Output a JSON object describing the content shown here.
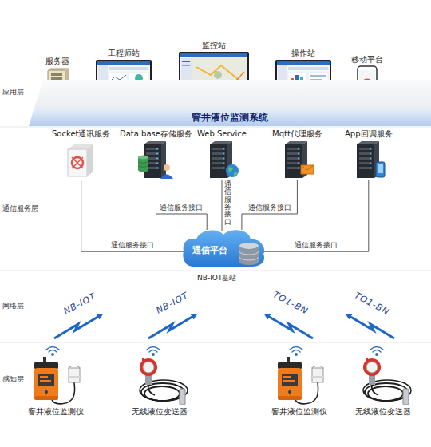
{
  "diagram": {
    "nodes": [
      {
        "text": [
          "服务器"
        ]
      },
      {
        "text": [
          "工程师站"
        ]
      },
      {
        "text": [
          "监控站"
        ]
      },
      {
        "text": [
          "操作站"
        ]
      },
      {
        "text": [
          "移动平台"
        ]
      },
      {
        "text": [
          "窨井液位监测系统"
        ]
      },
      {
        "text": [
          "Socket通讯服务"
        ]
      },
      {
        "text": [
          "Data base存储服务"
        ]
      },
      {
        "text": [
          "Web Service"
        ]
      },
      {
        "text": [
          "Mqtt代理服务"
        ]
      },
      {
        "text": [
          "App回调服务"
        ]
      },
      {
        "text": [
          "通信平台"
        ]
      },
      {
        "text": [
          "窨井液位监测仪"
        ]
      },
      {
        "text": [
          "无线液位变送器"
        ]
      },
      {
        "text": [
          "窨井液位监测仪"
        ]
      },
      {
        "text": [
          "无线液位变送器"
        ]
      }
    ],
    "edges": [
      {
        "from": 6,
        "to": 11,
        "label": "通信服务接口",
        "arrow": "none"
      },
      {
        "from": 7,
        "to": 11,
        "label": "通信服务接口",
        "arrow": "none"
      },
      {
        "from": 8,
        "to": 11,
        "label": "通信服务接口",
        "arrow": "none"
      },
      {
        "from": 9,
        "to": 11,
        "label": "通信服务接口",
        "arrow": "none"
      },
      {
        "from": 10,
        "to": 11,
        "label": "通信服务接口",
        "arrow": "none"
      }
    ],
    "labels": [
      "应用层",
      "通信服务层",
      "网络层",
      "感知层",
      "NB-IOT基站",
      "NB-IOT",
      "NB-IOT",
      "TO1-BN",
      "TO1-BN"
    ]
  }
}
